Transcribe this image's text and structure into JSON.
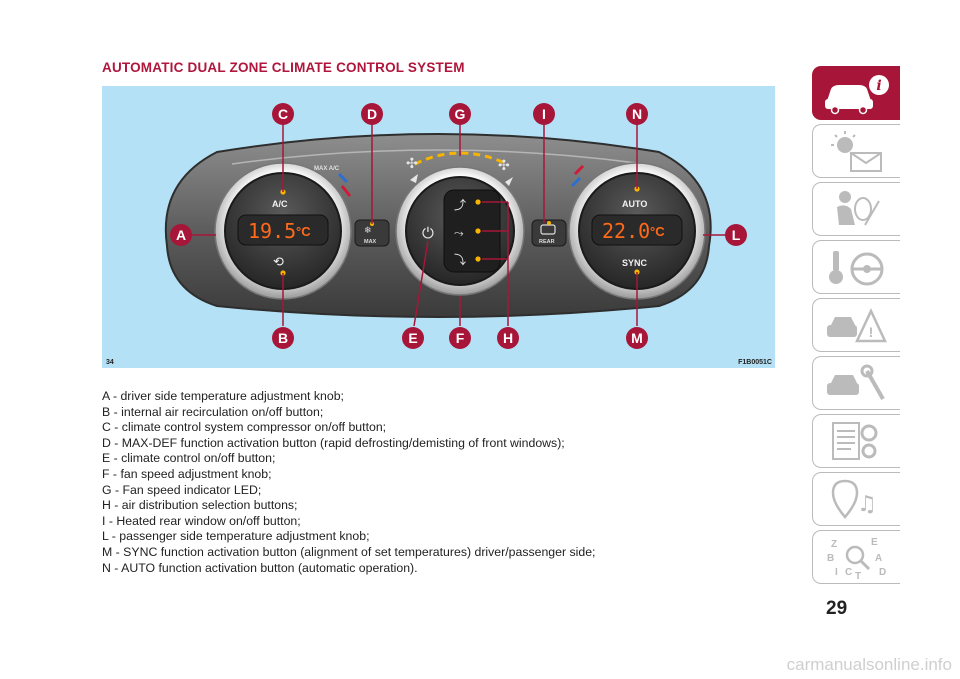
{
  "section_title": "AUTOMATIC DUAL ZONE CLIMATE CONTROL SYSTEM",
  "figure": {
    "number": "34",
    "code": "F1B0051C",
    "panel": {
      "left_temperature": "19.5",
      "right_temperature": "22.0",
      "temp_unit": "°C",
      "ac_label": "A/C",
      "max_ac_label": "MAX A/C",
      "max_label": "MAX",
      "rear_label": "REAR",
      "auto_label": "AUTO",
      "sync_label": "SYNC"
    },
    "callouts": [
      "A",
      "B",
      "C",
      "D",
      "E",
      "F",
      "G",
      "H",
      "I",
      "L",
      "M",
      "N"
    ]
  },
  "legend": [
    "A - driver side temperature adjustment knob;",
    "B - internal air recirculation on/off button;",
    "C - climate control system compressor on/off button;",
    "D - MAX-DEF function activation button (rapid defrosting/demisting of front windows);",
    "E - climate control on/off button;",
    "F - fan speed adjustment knob;",
    "G - Fan speed indicator LED;",
    "H - air distribution selection buttons;",
    "I - Heated rear window on/off button;",
    "L - passenger side temperature adjustment knob;",
    "M - SYNC function activation button (alignment of set temperatures) driver/passenger side;",
    "N - AUTO function activation button (automatic operation)."
  ],
  "tabs": [
    {
      "icon": "car-info-icon",
      "active": true
    },
    {
      "icon": "lights-message-icon",
      "active": false
    },
    {
      "icon": "airbag-passenger-icon",
      "active": false
    },
    {
      "icon": "key-steering-icon",
      "active": false
    },
    {
      "icon": "car-warning-icon",
      "active": false
    },
    {
      "icon": "car-maintenance-icon",
      "active": false
    },
    {
      "icon": "document-gears-icon",
      "active": false
    },
    {
      "icon": "music-navigation-icon",
      "active": false
    },
    {
      "icon": "alphabetical-index-icon",
      "active": false
    }
  ],
  "tab_index_letters": [
    "Z",
    "E",
    "B",
    "A",
    "I",
    "C",
    "T",
    "D"
  ],
  "page_number": "29",
  "watermark": "carmanualsonline.info",
  "colors": {
    "accent": "#a71639",
    "display": "#ff6a1a",
    "led": "#f5b400",
    "figure_bg": "#b4e1f5"
  }
}
